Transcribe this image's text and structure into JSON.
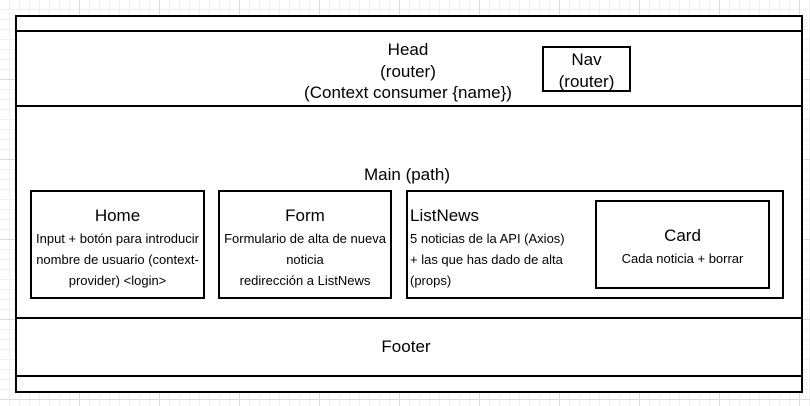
{
  "head": {
    "title": "Head",
    "line2": "(router)",
    "line3": "(Context consumer {name})"
  },
  "nav": {
    "title": "Nav",
    "line2": "(router)"
  },
  "main": {
    "title": "Main (path)"
  },
  "home": {
    "title": "Home",
    "desc": [
      "Input + botón para introducir",
      "nombre de usuario (context-",
      "provider) <login>"
    ]
  },
  "form": {
    "title": "Form",
    "desc": [
      "Formulario de alta de nueva",
      "noticia",
      "redirección a ListNews"
    ]
  },
  "listnews": {
    "title": "ListNews",
    "desc": [
      "5 noticias de la API (Axios)",
      "+ las que has dado de alta",
      "(props)"
    ]
  },
  "card": {
    "title": "Card",
    "desc": "Cada noticia + borrar"
  },
  "footer": {
    "title": "Footer"
  }
}
